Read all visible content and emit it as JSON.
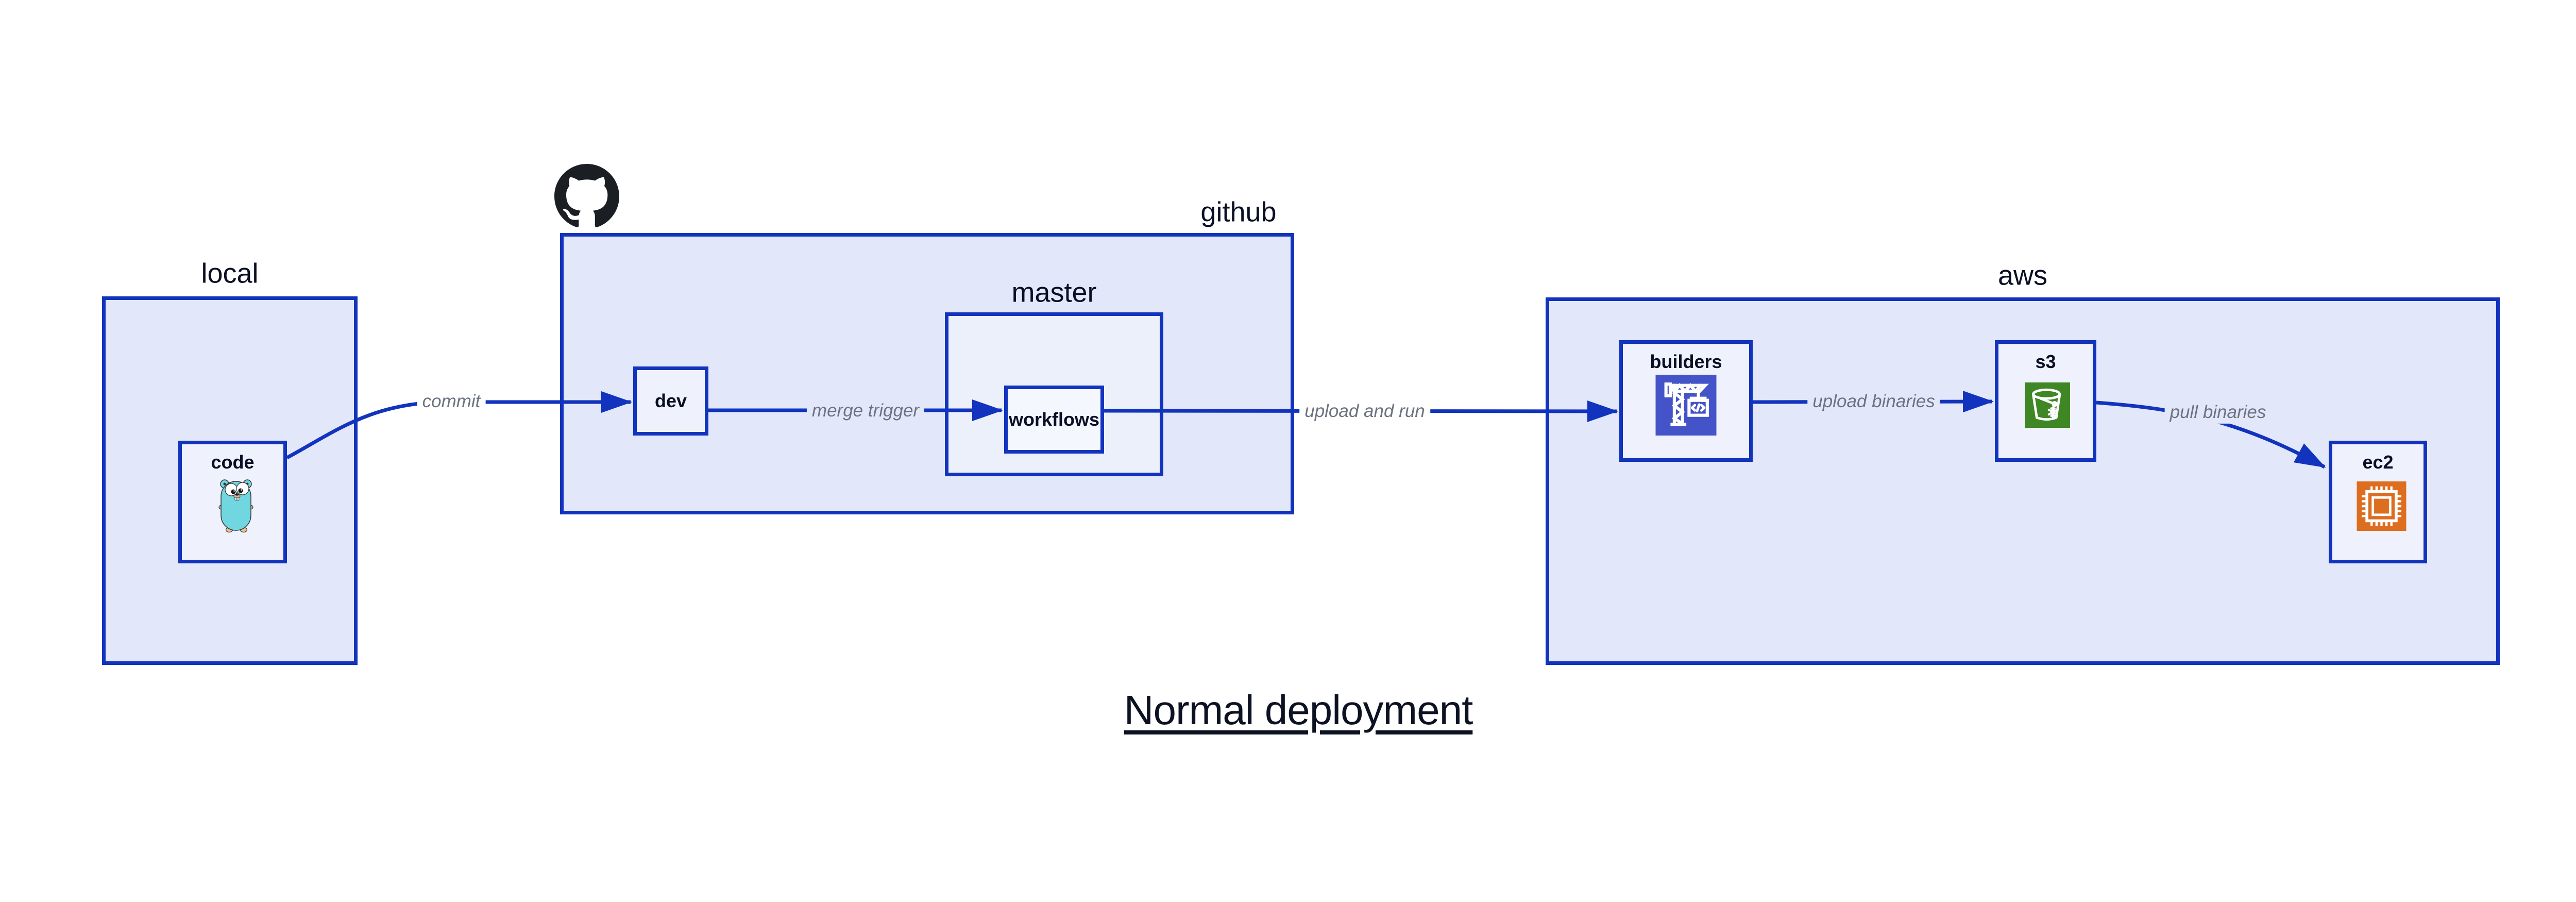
{
  "diagram": {
    "title": "Normal deployment",
    "groups": {
      "local": {
        "label": "local"
      },
      "github": {
        "label": "github",
        "icon": "github-octocat-icon"
      },
      "master": {
        "label": "master"
      },
      "aws": {
        "label": "aws"
      }
    },
    "nodes": {
      "code": {
        "label": "code",
        "icon": "go-gopher-icon"
      },
      "dev": {
        "label": "dev"
      },
      "workflows": {
        "label": "workflows"
      },
      "builders": {
        "label": "builders",
        "icon": "codebuild-crane-icon"
      },
      "s3": {
        "label": "s3",
        "icon": "s3-bucket-snowflake-icon"
      },
      "ec2": {
        "label": "ec2",
        "icon": "ec2-chip-icon"
      }
    },
    "edges": {
      "commit": {
        "label": "commit",
        "from": "code",
        "to": "dev"
      },
      "merge_trigger": {
        "label": "merge trigger",
        "from": "dev",
        "to": "workflows"
      },
      "upload_and_run": {
        "label": "upload and run",
        "from": "workflows",
        "to": "builders"
      },
      "upload_binaries": {
        "label": "upload binaries",
        "from": "builders",
        "to": "s3"
      },
      "pull_binaries": {
        "label": "pull binaries",
        "from": "s3",
        "to": "ec2"
      }
    },
    "colors": {
      "stroke_blue": "#1233bd",
      "container_fill": "#e2e8fa",
      "master_fill": "#ecf0fb",
      "node_fill": "#eff2fd",
      "workflows_fill": "#f5f7fe",
      "text_dark": "#0a0f25",
      "edge_label_gray": "#6c7380",
      "builders_icon_bg": "#4553c9",
      "s3_icon_bg": "#3f8624",
      "ec2_icon_bg": "#dd6e20",
      "octocat_black": "#1b1f24",
      "gopher_teal": "#70d6e0"
    }
  }
}
